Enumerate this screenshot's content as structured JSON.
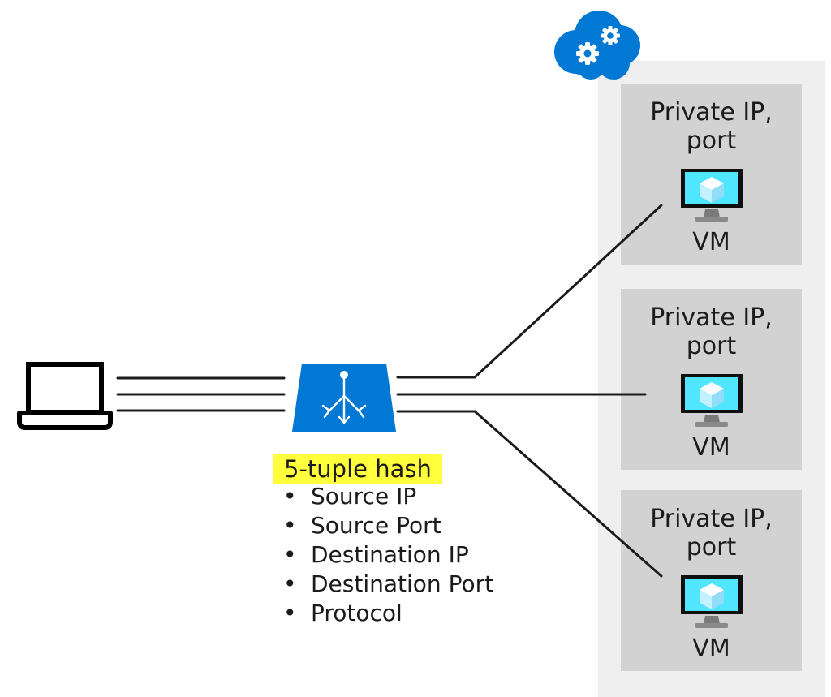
{
  "backend_pool": {
    "vms": [
      {
        "title_line1": "Private IP,",
        "title_line2": "port",
        "caption": "VM"
      },
      {
        "title_line1": "Private IP,",
        "title_line2": "port",
        "caption": "VM"
      },
      {
        "title_line1": "Private IP,",
        "title_line2": "port",
        "caption": "VM"
      }
    ]
  },
  "hash": {
    "title": "5-tuple hash",
    "bullet": "•",
    "items": [
      "Source IP",
      "Source Port",
      "Destination IP",
      "Destination Port",
      "Protocol"
    ]
  },
  "colors": {
    "azure_blue": "#0078d4",
    "screen_cyan": "#50e6ff",
    "highlight": "#ffff3b",
    "vm_box": "#d2d2d2",
    "panel": "#efefef",
    "line": "#1b1b1b"
  },
  "icons": {
    "client": "laptop-icon",
    "load_balancer": "load-balancer-icon",
    "cloud": "cloud-services-icon",
    "vm": "virtual-machine-icon"
  }
}
